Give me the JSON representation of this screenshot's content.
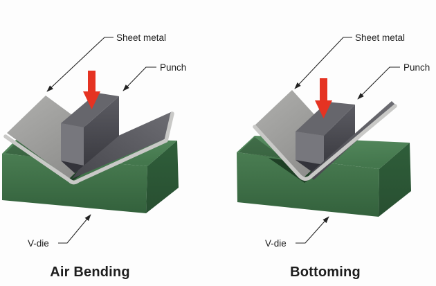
{
  "figure": {
    "type": "sheet-metal-bending-comparison",
    "background": "#fdfdfd"
  },
  "colors": {
    "ink": "#1d1d1d",
    "leader_line": "#222222",
    "die_top_light": "#578c60",
    "die_top_dark": "#44774d",
    "die_front_light": "#4a7d52",
    "die_front_dark": "#33613c",
    "die_right_light": "#2f5e3a",
    "die_right_dark": "#284f31",
    "die_notch": "#1f4026",
    "sheet_light": "#b0b0ae",
    "sheet_shade": "#8a8a88",
    "sheet_edge": "#c9c9c7",
    "wing_dark_tip": "#6d6d73",
    "wing_dark_inner": "#46464c",
    "punch_top": "#66666c",
    "punch_left": "#77777d",
    "punch_side_light": "#5c5c63",
    "punch_side_dark": "#3a3a40",
    "force_arrow": "#e53322"
  },
  "icons": {
    "force_arrow": "red-down-arrow",
    "leader_arrowhead": "small-black-arrowhead"
  },
  "panels": [
    {
      "title": "Air Bending",
      "labels": {
        "sheet_metal": "Sheet metal",
        "punch": "Punch",
        "v_die": "V-die"
      }
    },
    {
      "title": "Bottoming",
      "labels": {
        "sheet_metal": "Sheet metal",
        "punch": "Punch",
        "v_die": "V-die"
      }
    }
  ]
}
